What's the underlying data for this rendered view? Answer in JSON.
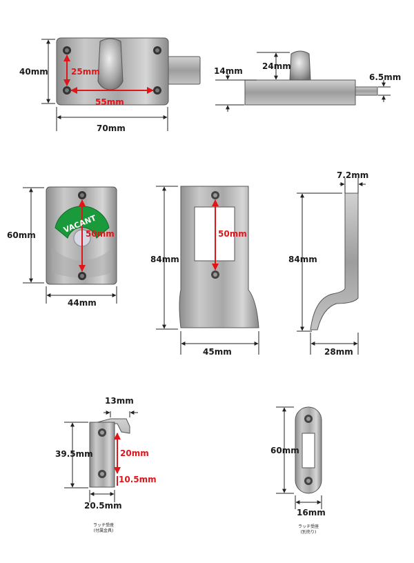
{
  "colors": {
    "dimension": "#1a1a1a",
    "highlight": "#e0151a",
    "vacant_band": "#1a9a3a"
  },
  "views": {
    "top_front": {
      "height": "40mm",
      "hole_spacing_v": "25mm",
      "hole_spacing_h": "55mm",
      "width": "70mm"
    },
    "top_side": {
      "base_thickness": "14mm",
      "knob_height": "24mm",
      "bolt_thickness": "6.5mm"
    },
    "indicator": {
      "height": "60mm",
      "hole_spacing": "50mm",
      "width": "44mm",
      "label": "VACANT"
    },
    "handle_front": {
      "height": "84mm",
      "hole_spacing": "50mm",
      "width": "45mm"
    },
    "handle_side": {
      "thickness": "7.2mm",
      "height": "84mm",
      "depth": "28mm"
    },
    "keeper_bracket": {
      "depth": "13mm",
      "height": "39.5mm",
      "hole_spacing": "20mm",
      "offset": "10.5mm",
      "width": "20.5mm",
      "caption_line1": "ラッチ受座",
      "caption_line2": "(付属金具)"
    },
    "keeper_plate": {
      "height": "60mm",
      "width": "16mm",
      "caption_line1": "ラッチ受座",
      "caption_line2": "(別売り)"
    }
  }
}
